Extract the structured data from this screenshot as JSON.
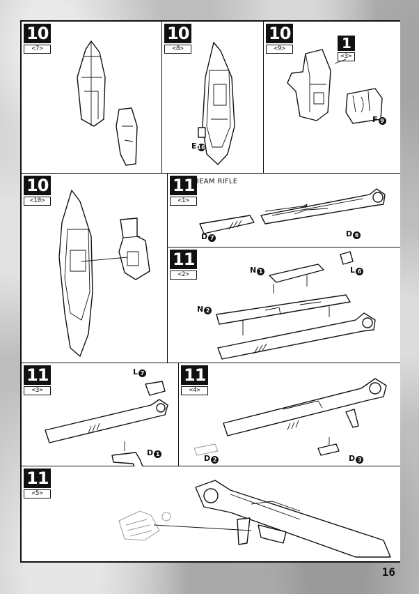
{
  "page_number": "16",
  "panels": {
    "p1": {
      "step": "10",
      "sub": "<7>"
    },
    "p2": {
      "step": "10",
      "sub": "<8>",
      "part": "E",
      "part_no": "16"
    },
    "p3": {
      "step": "10",
      "sub": "<9>",
      "ref_step": "1",
      "ref_sub": "<3>",
      "part": "F",
      "part_no": "9"
    },
    "p4": {
      "step": "10",
      "sub": "<10>"
    },
    "p5": {
      "step": "11",
      "sub": "<1>",
      "title": "BEAM RIFLE",
      "part_a": "D",
      "part_a_no": "7",
      "part_b": "D",
      "part_b_no": "6"
    },
    "p6": {
      "step": "11",
      "sub": "<2>",
      "part_a": "N",
      "part_a_no": "1",
      "part_b": "L",
      "part_b_no": "6",
      "part_c": "N",
      "part_c_no": "2"
    },
    "p7": {
      "step": "11",
      "sub": "<3>",
      "part_a": "L",
      "part_a_no": "7",
      "part_b": "D",
      "part_b_no": "1"
    },
    "p8": {
      "step": "11",
      "sub": "<4>",
      "part_a": "D",
      "part_a_no": "2",
      "part_b": "D",
      "part_b_no": "3"
    },
    "p9": {
      "step": "11",
      "sub": "<5>"
    }
  }
}
